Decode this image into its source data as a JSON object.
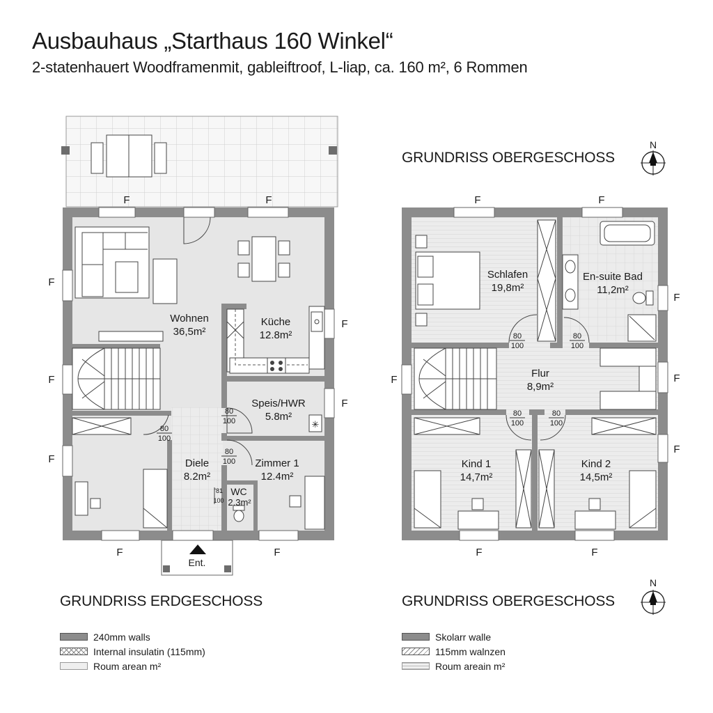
{
  "header": {
    "title": "Ausbauhaus „Starthaus 160 Winkel“",
    "subtitle": "2-statenhauert Woodframenmit, gableiftroof, L-liap, ca. 160 m², 6 Rommen"
  },
  "ground_floor": {
    "title": "GRUNDRISS ERDGESCHOSS",
    "entrance_label": "Ent.",
    "window_label": "F",
    "rooms": [
      {
        "name": "Wohnen",
        "area": "36,5m²"
      },
      {
        "name": "Küche",
        "area": "12.8m²"
      },
      {
        "name": "Speis/HWR",
        "area": "5.8m²"
      },
      {
        "name": "Diele",
        "area": "8.2m²"
      },
      {
        "name": "Zimmer 1",
        "area": "12.4m²"
      },
      {
        "name": "WC",
        "area": "2.3m²"
      }
    ],
    "doors": [
      {
        "top": "80",
        "bottom": "100"
      },
      {
        "top": "80",
        "bottom": "100"
      },
      {
        "top": "80",
        "bottom": "100"
      },
      {
        "top": "’81",
        "bottom": "100"
      }
    ]
  },
  "upper_floor": {
    "title_top": "GRUNDRISS OBERGESCHOSS",
    "title_bottom": "GRUNDRISS OBERGESCHOSS",
    "north_label": "N",
    "window_label": "F",
    "rooms": [
      {
        "name": "Schlafen",
        "area": "19,8m²"
      },
      {
        "name": "En-suite Bad",
        "area": "11,2m²"
      },
      {
        "name": "Flur",
        "area": "8,9m²"
      },
      {
        "name": "Kind 1",
        "area": "14,7m²"
      },
      {
        "name": "Kind 2",
        "area": "14,5m²"
      }
    ],
    "doors": [
      {
        "top": "80",
        "bottom": "100"
      },
      {
        "top": "80",
        "bottom": "100"
      },
      {
        "top": "80",
        "bottom": "100"
      },
      {
        "top": "80",
        "bottom": "100"
      }
    ]
  },
  "legend_left": [
    {
      "label": "240mm walls",
      "swatch": "solid"
    },
    {
      "label": "Internal insulatin (115mm)",
      "swatch": "cross"
    },
    {
      "label": "Roum arean m²",
      "swatch": "light"
    }
  ],
  "legend_right": [
    {
      "label": "Skolarr walle",
      "swatch": "solid"
    },
    {
      "label": "115mm walnzen",
      "swatch": "diag"
    },
    {
      "label": "Roum areain m²",
      "swatch": "lines"
    }
  ],
  "colors": {
    "wall": "#8c8c8c",
    "floor": "#e6e6e6",
    "line": "#333333"
  }
}
